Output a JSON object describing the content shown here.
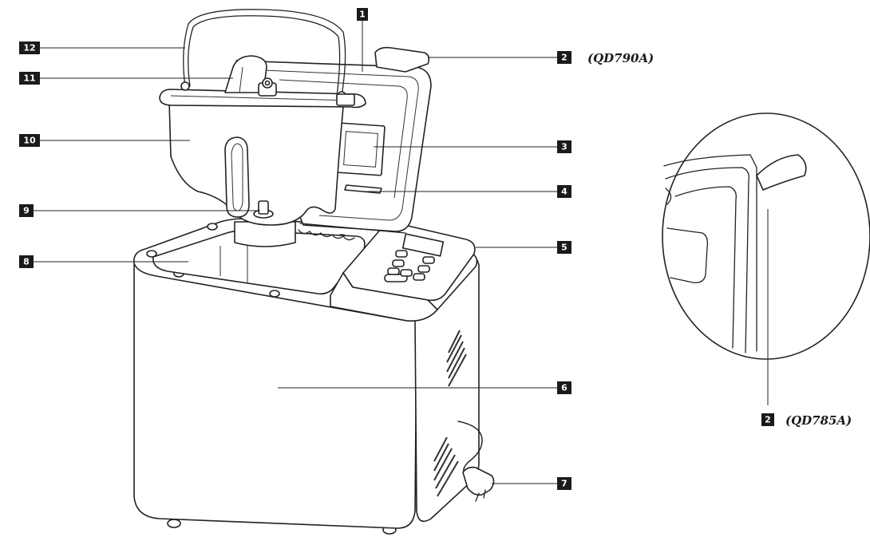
{
  "colors": {
    "ink": "#1a1a1a",
    "badge_text": "#ffffff",
    "background": "#ffffff"
  },
  "callouts": [
    {
      "id": "1",
      "label": "1"
    },
    {
      "id": "2",
      "label": "2"
    },
    {
      "id": "3",
      "label": "3"
    },
    {
      "id": "4",
      "label": "4"
    },
    {
      "id": "5",
      "label": "5"
    },
    {
      "id": "6",
      "label": "6"
    },
    {
      "id": "7",
      "label": "7"
    },
    {
      "id": "8",
      "label": "8"
    },
    {
      "id": "9",
      "label": "9"
    },
    {
      "id": "10",
      "label": "10"
    },
    {
      "id": "11",
      "label": "11"
    },
    {
      "id": "12",
      "label": "12"
    }
  ],
  "detail_callout": {
    "label": "2"
  },
  "models": {
    "main": "(QD790A)",
    "detail": "(QD785A)"
  }
}
